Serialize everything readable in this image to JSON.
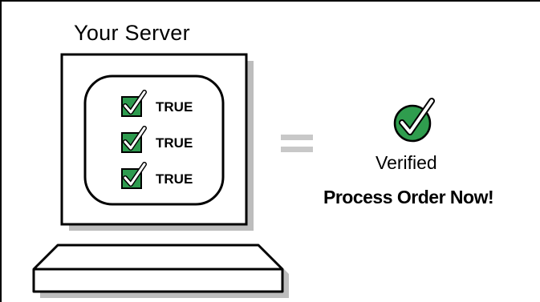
{
  "title": "Your Server",
  "checklist": [
    {
      "label": "TRUE"
    },
    {
      "label": "TRUE"
    },
    {
      "label": "TRUE"
    }
  ],
  "result": {
    "status": "Verified",
    "action": "Process Order Now!"
  },
  "colors": {
    "check_box": "#2e9b4f",
    "check_circle": "#2f9d4e",
    "equals": "#c8c8c8",
    "shadow": "#bdbdbd"
  },
  "icons": {
    "checkbox": "checkbox-checked-icon",
    "verified": "verified-check-icon",
    "equals": "equals-sign-icon"
  }
}
